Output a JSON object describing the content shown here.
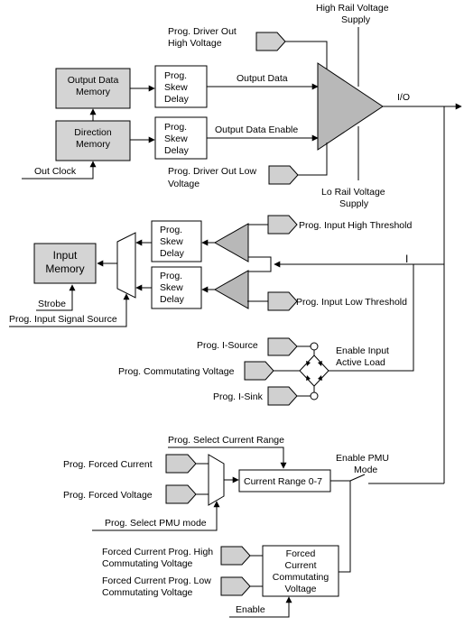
{
  "colors": {
    "box_fill": "#d4d4d4",
    "triangle_fill": "#b8b8b8",
    "line": "#000000"
  },
  "labels": {
    "high_rail_1": "High Rail Voltage",
    "high_rail_2": "Supply",
    "prog_driver_high_1": "Prog. Driver Out",
    "prog_driver_high_2": "High Voltage",
    "output_data_memory_1": "Output Data",
    "output_data_memory_2": "Memory",
    "direction_memory_1": "Direction",
    "direction_memory_2": "Memory",
    "skew_1": "Prog.",
    "skew_2": "Skew",
    "skew_3": "Delay",
    "output_data": "Output Data",
    "output_data_enable": "Output Data Enable",
    "io": "I/O",
    "out_clock": "Out Clock",
    "prog_driver_low_1": "Prog. Driver Out Low",
    "prog_driver_low_2": "Voltage",
    "lo_rail_1": "Lo Rail Voltage",
    "lo_rail_2": "Supply",
    "prog_input_high": "Prog. Input High Threshold",
    "input_memory_1": "Input",
    "input_memory_2": "Memory",
    "i_node": "I",
    "strobe": "Strobe",
    "prog_input_low": "Prog. Input Low Threshold",
    "prog_input_signal_source": "Prog. Input Signal Source",
    "prog_i_source": "Prog. I-Source",
    "enable_input_1": "Enable Input",
    "enable_input_2": "Active Load",
    "prog_commutating_voltage": "Prog. Commutating Voltage",
    "prog_i_sink": "Prog. I-Sink",
    "prog_select_current_range": "Prog. Select Current Range",
    "enable_pmu_1": "Enable PMU",
    "enable_pmu_2": "Mode",
    "prog_forced_current": "Prog. Forced Current",
    "current_range": "Current Range 0-7",
    "prog_forced_voltage": "Prog. Forced Voltage",
    "prog_select_pmu_mode": "Prog. Select PMU mode",
    "fc_high_1": "Forced Current Prog. High",
    "fc_high_2": "Commutating Voltage",
    "fc_box_1": "Forced",
    "fc_box_2": "Current",
    "fc_box_3": "Commutating",
    "fc_box_4": "Voltage",
    "fc_low_1": "Forced Current Prog. Low",
    "fc_low_2": "Commutating Voltage",
    "enable": "Enable"
  }
}
